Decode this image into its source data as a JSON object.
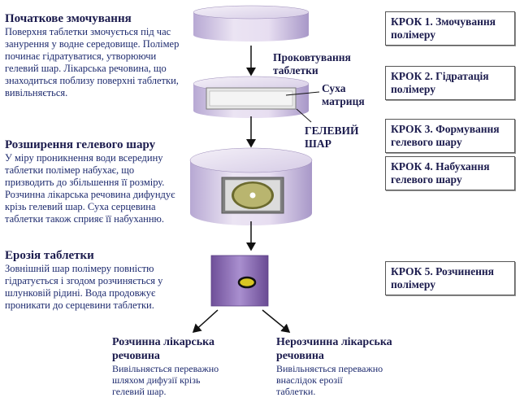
{
  "stages": [
    {
      "title": "Початкове змочування",
      "lines": [
        "Поверхня таблетки змочується під час",
        "занурення у водне середовище. Полімер",
        "починає гідратуватися, утворюючи",
        "гелевий шар. Лікарська речовина, що",
        "знаходиться поблизу поверхні таблетки,",
        "вивільняється."
      ]
    },
    {
      "title": "Розширення гелевого шару",
      "lines": [
        "У міру проникнення води всередину",
        "таблетки полімер набухає, що",
        "призводить до збільшення її розміру.",
        "Розчинна лікарська речовина дифундує",
        "крізь гелевий шар. Суха серцевина",
        "таблетки також сприяє її набуханню."
      ]
    },
    {
      "title": "Ерозія таблетки",
      "lines": [
        "Зовнішній шар полімеру повністю",
        "гідратується і згодом розчиняється у",
        "шлунковій рідині. Вода продовжує",
        "проникати до серцевини таблетки."
      ]
    }
  ],
  "steps": [
    [
      "КРОК 1. Змочування",
      "полімеру"
    ],
    [
      "КРОК 2. Гідратація",
      "полімеру"
    ],
    [
      "КРОК 3. Формування",
      "гелевого шару"
    ],
    [
      "КРОК 4. Набухання",
      "гелевого шару"
    ],
    [
      "КРОК 5. Розчинення",
      "полімеру"
    ]
  ],
  "labels": {
    "penetration": [
      "Проковтування",
      "таблетки"
    ],
    "dry_matrix": [
      "Суха",
      "матриця"
    ],
    "gel_layer": [
      "ГЕЛЕВИЙ",
      "ШАР"
    ]
  },
  "results": [
    {
      "title": [
        "Розчинна лікарська",
        "речовина"
      ],
      "lines": [
        "Вивільняється переважно",
        "шляхом дифузії крізь",
        "гелевий шар."
      ]
    },
    {
      "title": [
        "Нерозчинна лікарська",
        "речовина"
      ],
      "lines": [
        "Вивільняється переважно",
        "внаслідок ерозії",
        "таблетки."
      ]
    }
  ],
  "colors": {
    "tablet_light": "#ece6f4",
    "tablet_dark": "#a594c4",
    "text": "#1b1b4d"
  }
}
